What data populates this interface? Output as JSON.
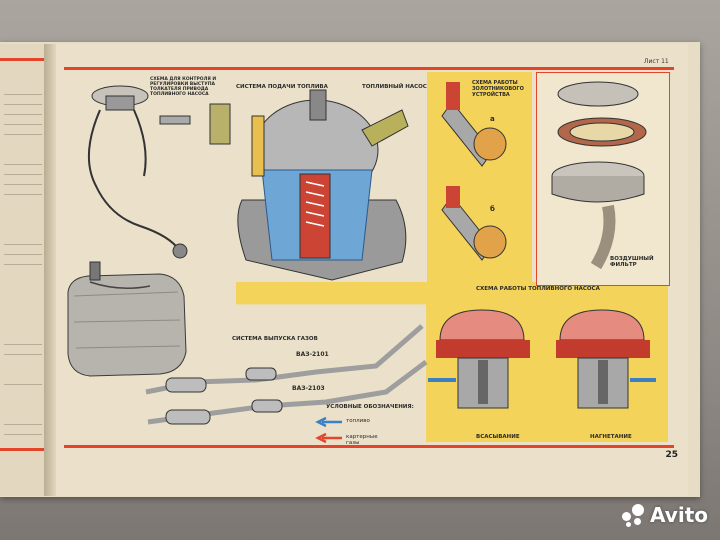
{
  "sheet_label": "Лист 11",
  "page_number": "25",
  "captions": {
    "control_scheme": "Схема для контроля и регулировки выступа толкателя привода топливного насоса",
    "fuel_supply": "Система подачи топлива",
    "fuel_pump": "Топливный насос",
    "spool_scheme": "Схема работы золотникового устройства",
    "pump_scheme": "Схема работы топливного насоса",
    "exhaust_system": "Система выпуска газов",
    "vaz2101": "ВАЗ-2101",
    "vaz2103": "ВАЗ-2103",
    "legend_title": "Условные обозначения:",
    "legend_fuel": "топливо",
    "legend_gases": "картерные газы",
    "air_filter": "Воздушный фильтр",
    "suction": "Всасывание",
    "discharge": "Нагнетание",
    "variant_a": "а",
    "variant_b": "б"
  },
  "watermark": "Avito",
  "colors": {
    "paper": "#ebe1ca",
    "accent_red": "#e2452a",
    "panel_yellow": "#f4d35a",
    "fuel_blue": "#3b7fc4"
  }
}
